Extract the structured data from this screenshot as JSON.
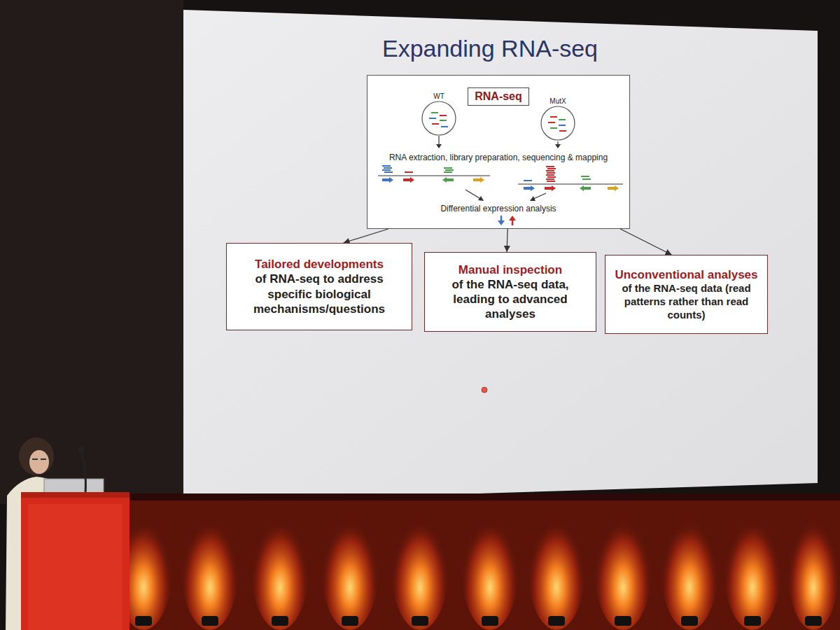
{
  "diagram": {
    "title": "Expanding RNA-seq",
    "nodes": [
      {
        "text": [
          "RNA extraction, library preparation, sequencing & mapping",
          "Differential expression analysis"
        ]
      },
      {
        "text": [
          "RNA-seq"
        ],
        "in": 0
      },
      {
        "text": [
          "WT"
        ],
        "in": 0
      },
      {
        "text": [
          "MutX"
        ],
        "in": 0
      },
      {
        "text": [
          "Tailored developments",
          "of RNA-seq to address specific biological mechanisms/questions"
        ]
      },
      {
        "text": [
          "Manual inspection",
          "of the RNA-seq data, leading to advanced analyses"
        ]
      },
      {
        "text": [
          "Unconventional analyses",
          "of the RNA-seq data (read patterns rather than read counts)"
        ]
      }
    ],
    "edges": [
      {
        "from": 0,
        "to": 4,
        "arrow": "to"
      },
      {
        "from": 0,
        "to": 5,
        "arrow": "to"
      },
      {
        "from": 0,
        "to": 6,
        "arrow": "to"
      }
    ]
  }
}
